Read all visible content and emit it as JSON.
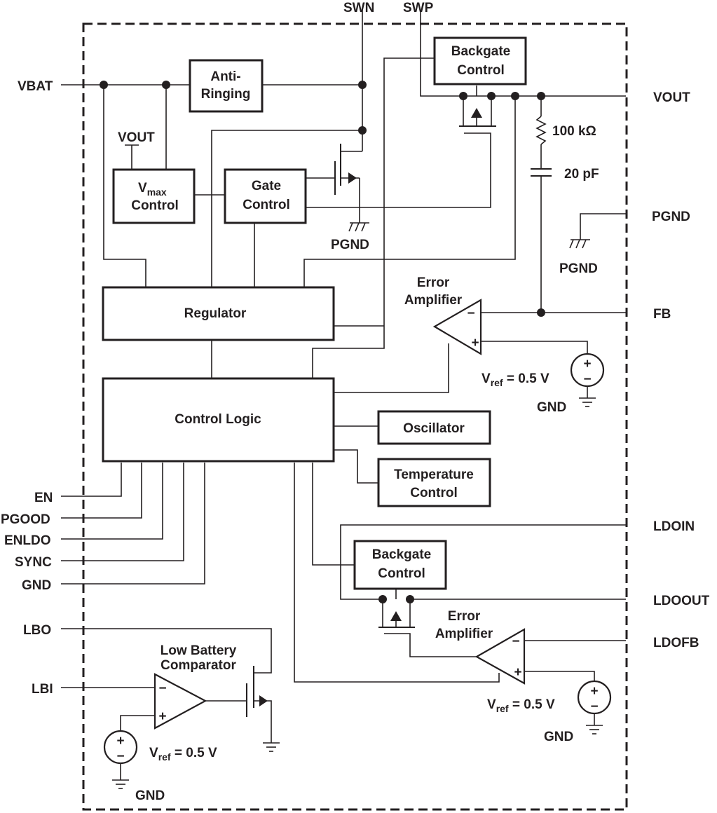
{
  "pins": {
    "swn": "SWN",
    "swp": "SWP",
    "vbat": "VBAT",
    "vout": "VOUT",
    "pgnd": "PGND",
    "fb": "FB",
    "en": "EN",
    "pgood": "PGOOD",
    "enldo": "ENLDO",
    "sync": "SYNC",
    "gnd": "GND",
    "ldoin": "LDOIN",
    "ldoout": "LDOOUT",
    "ldofb": "LDOFB",
    "lbo": "LBO",
    "lbi": "LBI"
  },
  "blocks": {
    "anti_ringing": [
      "Anti-",
      "Ringing"
    ],
    "backgate_top": [
      "Backgate",
      "Control"
    ],
    "vmax_main": "V",
    "vmax_sub": "max",
    "vmax_line2": "Control",
    "gate_control": [
      "Gate",
      "Control"
    ],
    "regulator": "Regulator",
    "control_logic": "Control Logic",
    "oscillator": "Oscillator",
    "temperature": [
      "Temperature",
      "Control"
    ],
    "backgate_ldo": [
      "Backgate",
      "Control"
    ]
  },
  "labels": {
    "vout_internal": "VOUT",
    "pgnd_switch": "PGND",
    "pgnd_right": "PGND",
    "resistor": "100 kΩ",
    "capacitor": "20 pF",
    "error_amp_top": [
      "Error",
      "Amplifier"
    ],
    "error_amp_ldo": [
      "Error",
      "Amplifier"
    ],
    "lb_comp": [
      "Low Battery",
      "Comparator"
    ],
    "vref_main": "V",
    "vref_sub": "ref",
    "vref_val": " = 0.5 V",
    "gnd_ref1": "GND",
    "gnd_ref2": "GND",
    "gnd_ref3": "GND",
    "plus": "+",
    "minus": "−"
  }
}
